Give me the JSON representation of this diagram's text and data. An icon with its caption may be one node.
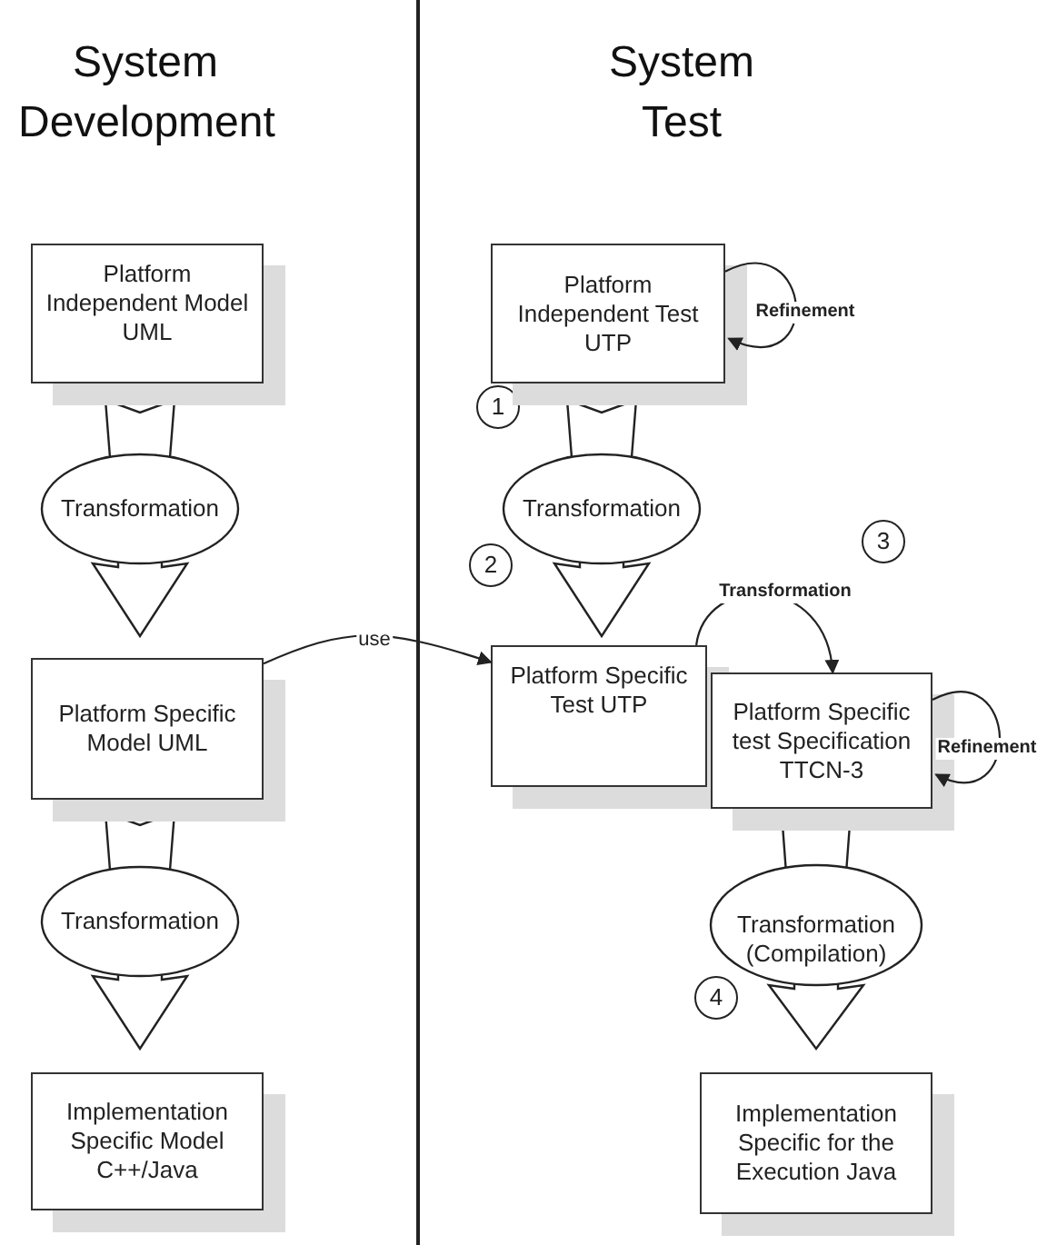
{
  "diagram": {
    "nodes": [
      {
        "text": [
          "Platform Independent Model UML"
        ]
      },
      {
        "text": [
          "Transformation"
        ]
      },
      {
        "text": [
          "Platform Specific Model UML"
        ]
      },
      {
        "text": [
          "Transformation"
        ]
      },
      {
        "text": [
          "Implementation Specific Model C++/Java"
        ]
      },
      {
        "text": [
          "Platform Independent Test UTP"
        ]
      },
      {
        "text": [
          "Transformation"
        ]
      },
      {
        "text": [
          "Platform Specific Test UTP"
        ]
      },
      {
        "text": [
          "Platform Specific test Specification TTCN-3"
        ]
      },
      {
        "text": [
          "Transformation (Compilation)"
        ]
      },
      {
        "text": [
          "Implementation Specific for the Execution Java"
        ]
      }
    ],
    "edges": [
      {
        "from": 2,
        "to": 7,
        "arrow": "to",
        "label": "use"
      },
      {
        "from": 5,
        "to": 5,
        "arrow": "to",
        "label": "Refinement"
      },
      {
        "from": 7,
        "to": 8,
        "arrow": "to",
        "label": "Transformation"
      },
      {
        "from": 8,
        "to": 8,
        "arrow": "to",
        "label": "Refinement"
      }
    ],
    "labels": [
      "System Development",
      "System Test",
      "1",
      "2",
      "3",
      "4"
    ]
  }
}
